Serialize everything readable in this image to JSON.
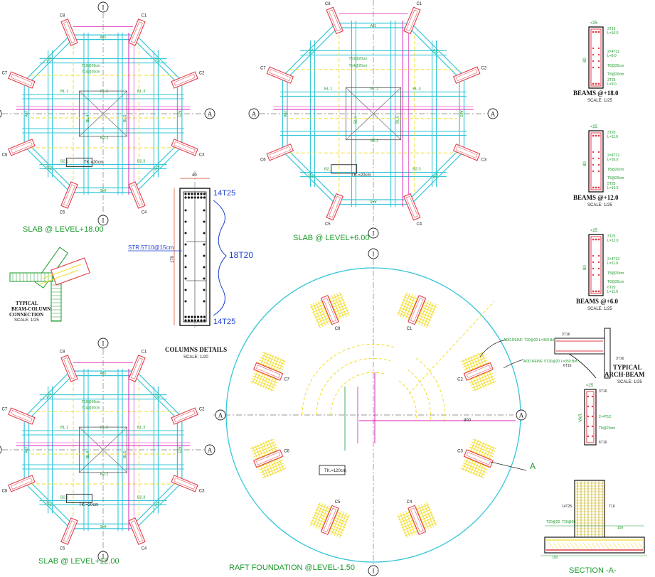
{
  "colors": {
    "beam": "#34c6d8",
    "axis": "#7a7a7a",
    "column": "#e23c4a",
    "rebar_magenta": "#e01fb4",
    "rebar_yellow": "#f2dc2a",
    "text_green": "#1a9a2a",
    "text_blue": "#1d3fd1"
  },
  "grid_axes": {
    "vertical": "I",
    "horizontal": "A"
  },
  "slabs": {
    "level_18": {
      "title": "SLAB @ LEVEL+18.00",
      "thickness": "TK.=20cm"
    },
    "level_6": {
      "title": "SLAB @ LEVEL+6.00",
      "thickness": "TK.=20cm"
    },
    "level_12": {
      "title": "SLAB @ LEVEL+12.00",
      "thickness": "TK.=20cm"
    }
  },
  "slab_labels": {
    "columns": [
      "C1",
      "C2",
      "C3",
      "C4",
      "C5",
      "C6",
      "C7",
      "C8"
    ],
    "arch_beams": [
      "A81",
      "A12",
      "A23",
      "A34",
      "A45",
      "A56",
      "A67",
      "A78"
    ],
    "beams": [
      "BL.1",
      "BL.2",
      "BL.3",
      "BL.4",
      "BL.5",
      "B2.1",
      "B2.2",
      "B2.3"
    ],
    "rebar": [
      "T10@20cm",
      "T14@20cm"
    ]
  },
  "beam_column": {
    "title_line1": "TYPICAL",
    "title_line2": "BEAM-COLUMN",
    "title_line3": "CONNECTION",
    "scale": "SCALE: 1/25"
  },
  "column_details": {
    "title": "COLUMNS DETAILS",
    "scale": "SCALE: 1/20",
    "top_bars": "14T25",
    "bottom_bars": "14T25",
    "side_bars": "18T20",
    "stirrups": "STR.5T10@15cm",
    "width": "40",
    "height": "170"
  },
  "beam_sections": [
    {
      "title": "BEAMS @+18.0",
      "scale": "SCALE: 1/25",
      "top": "3T16",
      "top_len": "L=10.0",
      "mid": "2×4T12",
      "mid_len": "L=9.0",
      "bottom": "3T25",
      "bottom_len": "L=9.0",
      "stir": "T8@20cm"
    },
    {
      "title": "BEAMS @+12.0",
      "scale": "SCALE: 1/25",
      "top": "3T20",
      "top_len": "L=11.0",
      "mid": "2×4T12",
      "mid_len": "L=10.0",
      "bottom": "5T25",
      "bottom_len": "L=10.0",
      "stir": "T8@20cm"
    },
    {
      "title": "BEAMS @+6.0",
      "scale": "SCALE: 1/25",
      "top": "3T25",
      "top_len": "L=12.0",
      "mid": "2×4T12",
      "mid_len": "L=11.0",
      "bottom": "6T25",
      "bottom_len": "L=11.0",
      "stir": "T8@20cm"
    }
  ],
  "arch_beam": {
    "title_line1": "TYPICAL",
    "title_line2": "ARCH-BEAM",
    "scale": "SCALE: 1/25",
    "top": "3T16",
    "bottom": "6T16",
    "mid": "2×4T12",
    "stir": "T8@20cm",
    "var": "VAR"
  },
  "raft": {
    "title": "RAFT FOUNDATION @LEVEL-1.50",
    "thickness": "TK.=120cm",
    "columns": [
      "C1",
      "C2",
      "C3",
      "C4",
      "C5",
      "C6",
      "C7",
      "C8"
    ],
    "dim": "900",
    "add_reinf_1": "ADD.REINF. T20@20 L=350 Bot.",
    "add_reinf_2": "ADD.REINF. 5T20@20 L=350 Bot.",
    "section_marker": "A"
  },
  "section_a": {
    "title": "SECTION -A-",
    "labels": [
      "T20@20",
      "T20@20",
      "14T25",
      "T16",
      "150",
      "150"
    ]
  }
}
